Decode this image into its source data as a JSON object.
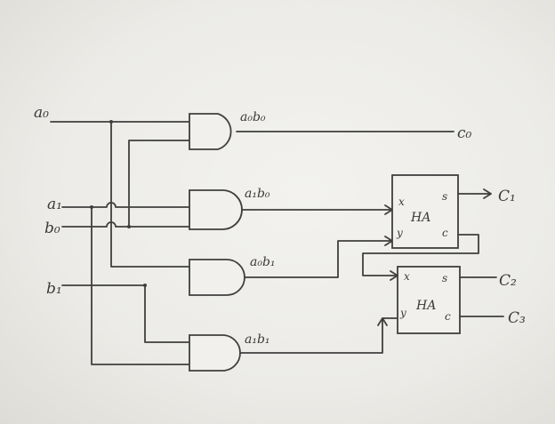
{
  "inputs": {
    "a0": "a₀",
    "a1": "a₁",
    "b0": "b₀",
    "b1": "b₁"
  },
  "gates": {
    "g1": "a₀b₀",
    "g2": "a₁b₀",
    "g3": "a₀b₁",
    "g4": "a₁b₁"
  },
  "half_adders": [
    {
      "name": "HA",
      "x": "x",
      "y": "y",
      "s": "s",
      "c": "c"
    },
    {
      "name": "HA",
      "x": "x",
      "y": "y",
      "s": "s",
      "c": "c"
    }
  ],
  "outputs": {
    "c0": "c₀",
    "c1": "C₁",
    "c2": "C₂",
    "c3": "C₃"
  }
}
